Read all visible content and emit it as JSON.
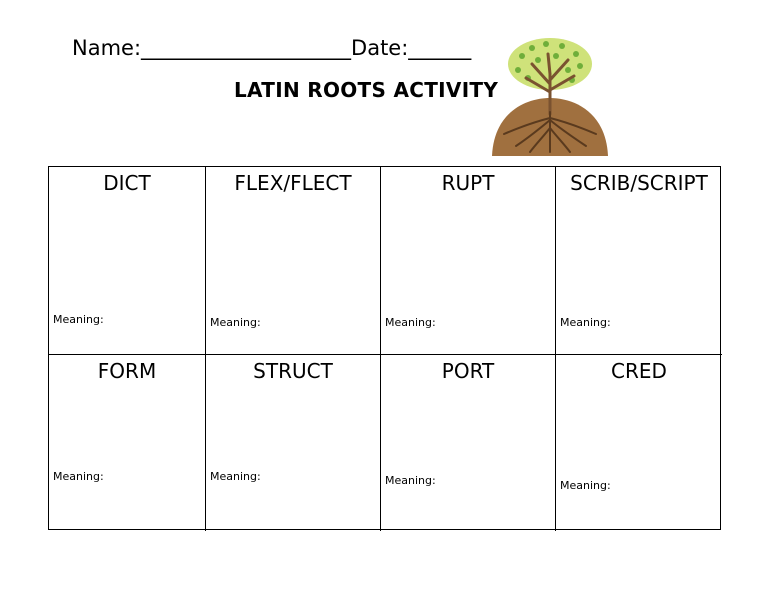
{
  "header": {
    "name_line": "Name:____________________Date:______"
  },
  "title": "LATIN ROOTS ACTIVITY",
  "colors": {
    "foliage": "#cfe27a",
    "trunk": "#7a5230",
    "soil": "#a0703f"
  },
  "cells": [
    {
      "root": "DICT",
      "meaning": "Meaning:"
    },
    {
      "root": "FLEX/FLECT",
      "meaning": "Meaning:"
    },
    {
      "root": "RUPT",
      "meaning": "Meaning:"
    },
    {
      "root": "SCRIB/SCRIPT",
      "meaning": "Meaning:"
    },
    {
      "root": "FORM",
      "meaning": "Meaning:"
    },
    {
      "root": "STRUCT",
      "meaning": "Meaning:"
    },
    {
      "root": "PORT",
      "meaning": "Meaning:"
    },
    {
      "root": "CRED",
      "meaning": "Meaning:"
    }
  ]
}
